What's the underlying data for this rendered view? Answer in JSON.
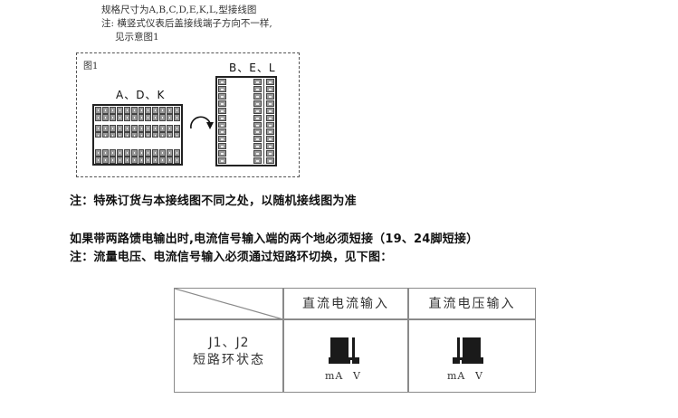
{
  "caption": {
    "line1": "规格尺寸为A,B,C,D,E,K,L,型接线图",
    "line2": "注: 横竖式仪表后盖接线端子方向不一样,",
    "line3": "见示意图1"
  },
  "figure": {
    "label": "图1",
    "horizontal_models": "A、D、K",
    "vertical_models": "B、E、L",
    "arrow_icon": "rotate-clockwise-arrow"
  },
  "notes": {
    "special_order": "注：特殊订货与本接线图不同之处，以随机接线图为准",
    "feed_output": "如果带两路馈电输出时,电流信号输入端的两个地必须短接（19、24脚短接）",
    "switch_note": "注：流量电压、电流信号输入必须通过短路环切换，见下图："
  },
  "jumper_table": {
    "headers": [
      "",
      "直流电流输入",
      "直流电压输入"
    ],
    "row_label_line1": "J1、J2",
    "row_label_line2": "短路环状态",
    "cells": [
      {
        "mode": "current",
        "jumper_position": "mA",
        "label_ma": "mA",
        "label_v": "V"
      },
      {
        "mode": "voltage",
        "jumper_position": "V",
        "label_ma": "mA",
        "label_v": "V"
      }
    ]
  },
  "colors": {
    "text": "#111111",
    "table_border": "#8a8a8a",
    "terminal_fill": "#9a9a9a",
    "jumper": "#1a1a1a"
  }
}
